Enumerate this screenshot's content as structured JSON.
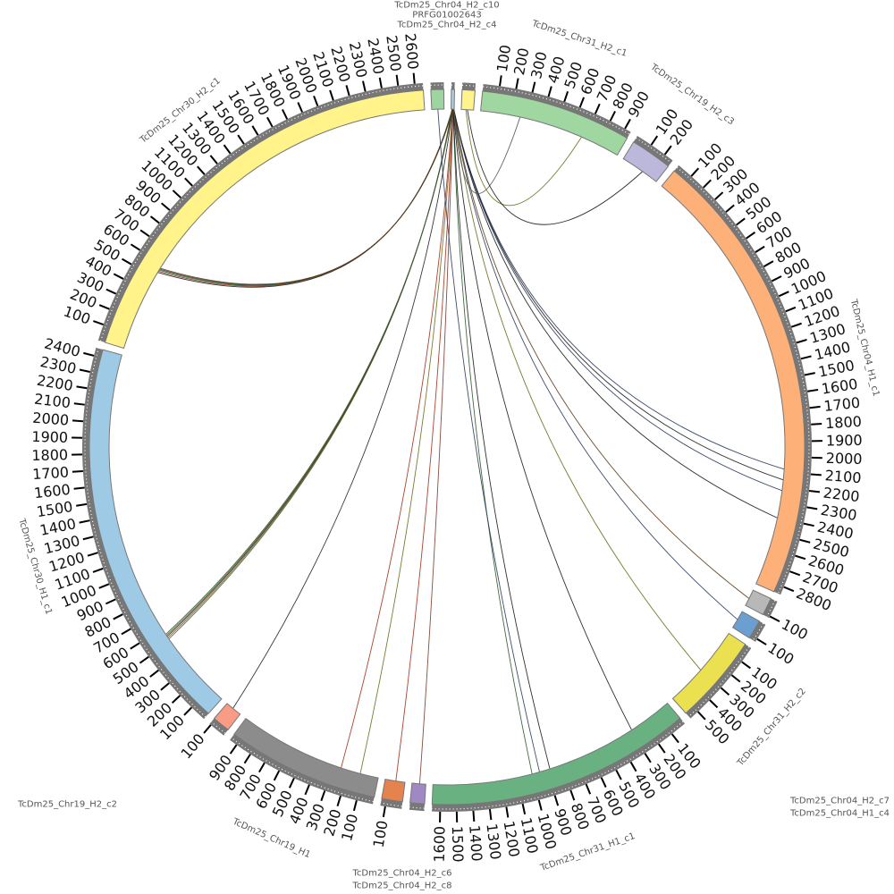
{
  "chart_data": {
    "type": "chord",
    "title": "",
    "tick_interval": 100,
    "sectors": [
      {
        "name": "TcDm25_Chr30_H2_c1",
        "length": 2650,
        "color": "#fff38a"
      },
      {
        "name": "TcDm25_Chr04_H2_c10",
        "length": 80,
        "color": "#9dd59f"
      },
      {
        "name": "PRFG01002643",
        "length": 20,
        "color": "#a6cee3"
      },
      {
        "name": "TcDm25_Chr04_H2_c4",
        "length": 80,
        "color": "#fff38a"
      },
      {
        "name": "TcDm25_Chr31_H2_c1",
        "length": 940,
        "color": "#a0d6a0"
      },
      {
        "name": "TcDm25_Chr19_H2_c3",
        "length": 260,
        "color": "#bcb8dc"
      },
      {
        "name": "TcDm25_Chr04_H1_c1",
        "length": 2850,
        "color": "#fdb078"
      },
      {
        "name": "TcDm25_Chr04_H2_c7",
        "length": 110,
        "color": "#b8b8b8"
      },
      {
        "name": "TcDm25_Chr04_H1_c4",
        "length": 120,
        "color": "#6a9fcf"
      },
      {
        "name": "TcDm25_Chr31_H2_c2",
        "length": 560,
        "color": "#ebe050"
      },
      {
        "name": "TcDm25_Chr31_H1_c1",
        "length": 1650,
        "color": "#6ab182"
      },
      {
        "name": "TcDm25_Chr04_H2_c6",
        "length": 90,
        "color": "#9f88c4"
      },
      {
        "name": "TcDm25_Chr04_H2_c8",
        "length": 130,
        "color": "#e5834e"
      },
      {
        "name": "TcDm25_Chr19_H1",
        "length": 950,
        "color": "#8c8c8c"
      },
      {
        "name": "TcDm25_Chr19_H2_c2",
        "length": 110,
        "color": "#f99c85"
      },
      {
        "name": "TcDm25_Chr30_H1_c1",
        "length": 2450,
        "color": "#9ecae6"
      }
    ],
    "links": [
      {
        "from": [
          "PRFG01002643",
          8
        ],
        "to": [
          "TcDm25_Chr30_H2_c1",
          540
        ],
        "color": "#1a1a1a"
      },
      {
        "from": [
          "PRFG01002643",
          9
        ],
        "to": [
          "TcDm25_Chr30_H2_c1",
          550
        ],
        "color": "#8b2d10"
      },
      {
        "from": [
          "PRFG01002643",
          10
        ],
        "to": [
          "TcDm25_Chr30_H2_c1",
          558
        ],
        "color": "#2e6b2e"
      },
      {
        "from": [
          "PRFG01002643",
          11
        ],
        "to": [
          "TcDm25_Chr30_H2_c1",
          565
        ],
        "color": "#333333"
      },
      {
        "from": [
          "PRFG01002643",
          12
        ],
        "to": [
          "TcDm25_Chr30_H2_c1",
          572
        ],
        "color": "#5a3a1a"
      },
      {
        "from": [
          "PRFG01002643",
          6
        ],
        "to": [
          "TcDm25_Chr30_H1_c1",
          520
        ],
        "color": "#2e6b2e"
      },
      {
        "from": [
          "PRFG01002643",
          7
        ],
        "to": [
          "TcDm25_Chr30_H1_c1",
          530
        ],
        "color": "#8b4513"
      },
      {
        "from": [
          "PRFG01002643",
          8
        ],
        "to": [
          "TcDm25_Chr30_H1_c1",
          540
        ],
        "color": "#1a1a1a"
      },
      {
        "from": [
          "PRFG01002643",
          9
        ],
        "to": [
          "TcDm25_Chr30_H1_c1",
          548
        ],
        "color": "#556b2f"
      },
      {
        "from": [
          "PRFG01002643",
          10
        ],
        "to": [
          "TcDm25_Chr30_H1_c1",
          556
        ],
        "color": "#3a5a3a"
      },
      {
        "from": [
          "PRFG01002643",
          10
        ],
        "to": [
          "TcDm25_Chr19_H2_c2",
          60
        ],
        "color": "#222222"
      },
      {
        "from": [
          "PRFG01002643",
          11
        ],
        "to": [
          "TcDm25_Chr19_H1",
          250
        ],
        "color": "#a0301a"
      },
      {
        "from": [
          "PRFG01002643",
          12
        ],
        "to": [
          "TcDm25_Chr19_H1",
          120
        ],
        "color": "#6b6b1a"
      },
      {
        "from": [
          "PRFG01002643",
          12
        ],
        "to": [
          "TcDm25_Chr04_H2_c8",
          60
        ],
        "color": "#a0301a"
      },
      {
        "from": [
          "PRFG01002643",
          13
        ],
        "to": [
          "TcDm25_Chr04_H2_c6",
          40
        ],
        "color": "#7a3a2a"
      },
      {
        "from": [
          "PRFG01002643",
          13
        ],
        "to": [
          "TcDm25_Chr31_H1_c1",
          1000
        ],
        "color": "#2e5a2e"
      },
      {
        "from": [
          "PRFG01002643",
          14
        ],
        "to": [
          "TcDm25_Chr31_H1_c1",
          880
        ],
        "color": "#1a1a1a"
      },
      {
        "from": [
          "PRFG01002643",
          14
        ],
        "to": [
          "TcDm25_Chr31_H1_c1",
          290
        ],
        "color": "#1a1a1a"
      },
      {
        "from": [
          "PRFG01002643",
          15
        ],
        "to": [
          "TcDm25_Chr31_H2_c2",
          300
        ],
        "color": "#6b6b1a"
      },
      {
        "from": [
          "PRFG01002643",
          15
        ],
        "to": [
          "TcDm25_Chr04_H1_c4",
          60
        ],
        "color": "#2a3a5a"
      },
      {
        "from": [
          "PRFG01002643",
          16
        ],
        "to": [
          "TcDm25_Chr04_H2_c7",
          60
        ],
        "color": "#5a3a1a"
      },
      {
        "from": [
          "PRFG01002643",
          16
        ],
        "to": [
          "TcDm25_Chr04_H1_c1",
          2080
        ],
        "color": "#2a3a5a"
      },
      {
        "from": [
          "PRFG01002643",
          17
        ],
        "to": [
          "TcDm25_Chr04_H1_c1",
          2150
        ],
        "color": "#1a1a1a"
      },
      {
        "from": [
          "PRFG01002643",
          17
        ],
        "to": [
          "TcDm25_Chr04_H1_c1",
          2220
        ],
        "color": "#2a3a5a"
      },
      {
        "from": [
          "PRFG01002643",
          18
        ],
        "to": [
          "TcDm25_Chr04_H1_c1",
          2400
        ],
        "color": "#1a1a1a"
      },
      {
        "from": [
          "PRFG01002643",
          18
        ],
        "to": [
          "TcDm25_Chr31_H2_c1",
          260
        ],
        "color": "#555555"
      },
      {
        "from": [
          "TcDm25_Chr04_H2_c4",
          30
        ],
        "to": [
          "TcDm25_Chr31_H2_c1",
          680
        ],
        "color": "#6b6b1a"
      },
      {
        "from": [
          "TcDm25_Chr04_H2_c4",
          40
        ],
        "to": [
          "TcDm25_Chr19_H2_c3",
          150
        ],
        "color": "#1a1a1a"
      },
      {
        "from": [
          "TcDm25_Chr04_H2_c10",
          40
        ],
        "to": [
          "TcDm25_Chr31_H1_c1",
          950
        ],
        "color": "#2a3a5a"
      }
    ]
  }
}
